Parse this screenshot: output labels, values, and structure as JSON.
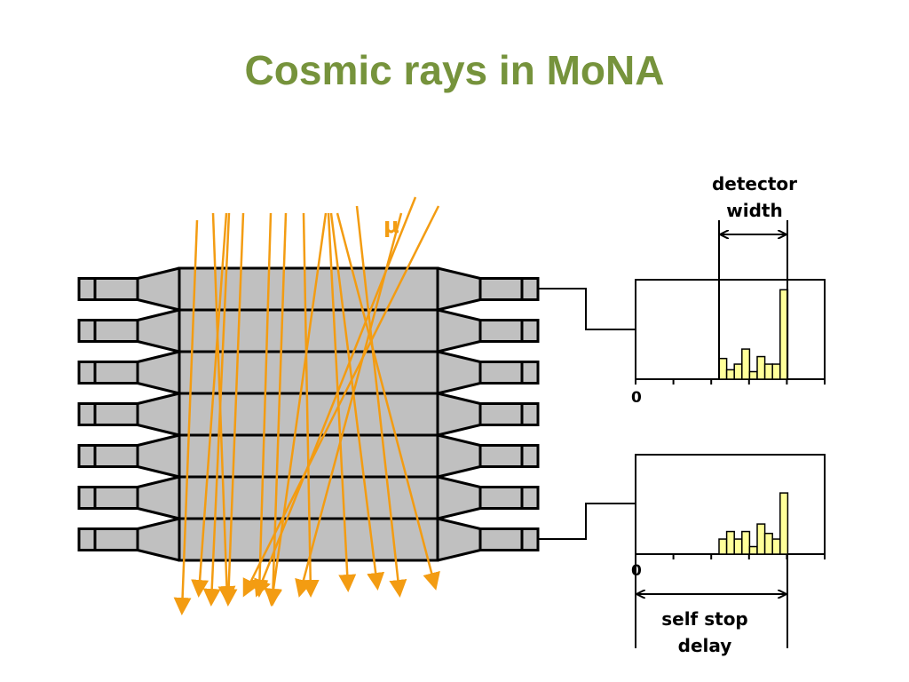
{
  "title": "Cosmic rays in MoNA",
  "muon_label": "μ",
  "detector_width_label": [
    "detector",
    "width"
  ],
  "self_stop_delay_label": [
    "self stop",
    "delay"
  ],
  "histogram_zero_label": "0",
  "colors": {
    "title": "#76933C",
    "muon_track": "#F39C12",
    "scintillator_bar": "#C0C0C0",
    "histogram_bar": "#FFFF99"
  },
  "detector": {
    "bar_count": 7
  },
  "histograms": [
    {
      "name": "upper-histogram",
      "bins": [
        0.22,
        0.1,
        0.16,
        0.32,
        0.08,
        0.24,
        0.16,
        0.16,
        0.95
      ]
    },
    {
      "name": "lower-histogram",
      "bins": [
        0.16,
        0.24,
        0.16,
        0.24,
        0.08,
        0.32,
        0.22,
        0.16,
        0.65
      ]
    }
  ]
}
